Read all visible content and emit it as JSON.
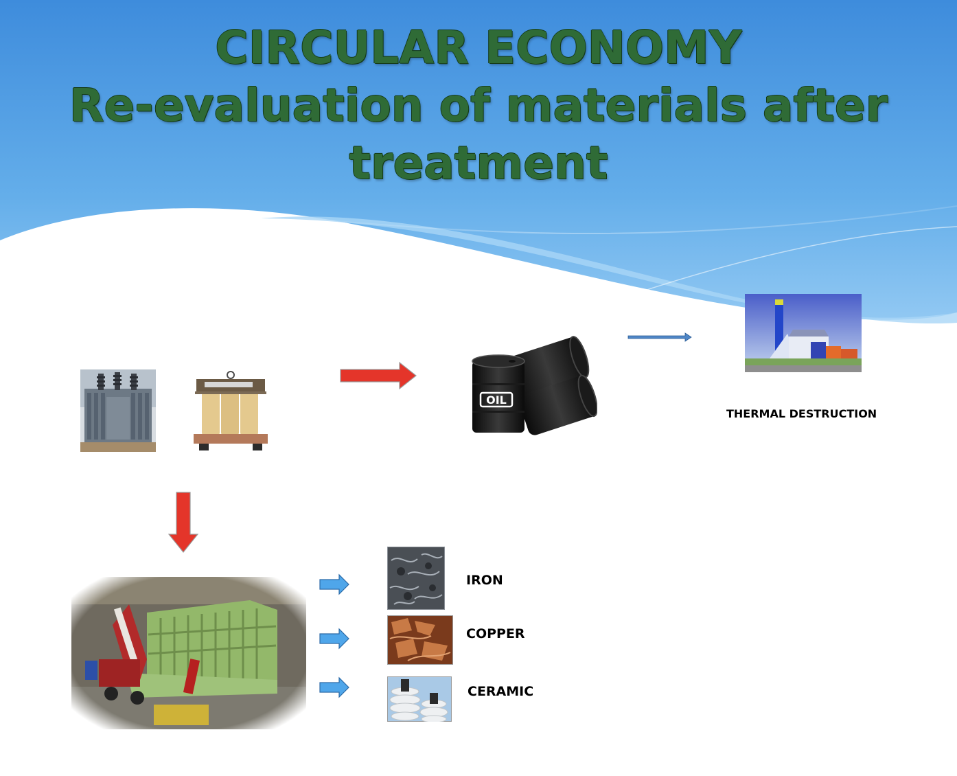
{
  "slide": {
    "title_lines": [
      "CIRCULAR ECONOMY",
      "Re-evaluation of materials after",
      "treatment"
    ],
    "theme": {
      "sky_top": "#3f8ede",
      "sky_bottom": "#8ec5f2",
      "title_color": "#2f6b36",
      "arrow_red": "#e4352a",
      "arrow_blue": "#4fa6ea"
    }
  },
  "flow": {
    "end_label": "THERMAL DESTRUCTION",
    "oil_barrel_text": "OIL",
    "materials": [
      {
        "label": "IRON",
        "icon": "iron-scrap-photo"
      },
      {
        "label": "COPPER",
        "icon": "copper-scrap-photo"
      },
      {
        "label": "CERAMIC",
        "icon": "ceramic-insulator-photo"
      }
    ],
    "icons": {
      "transformer_1": "oil-transformer-photo",
      "transformer_2": "dry-transformer-photo",
      "oil": "oil-barrels-photo",
      "plant": "incineration-plant-photo",
      "machine": "dismantling-machine-photo"
    }
  }
}
